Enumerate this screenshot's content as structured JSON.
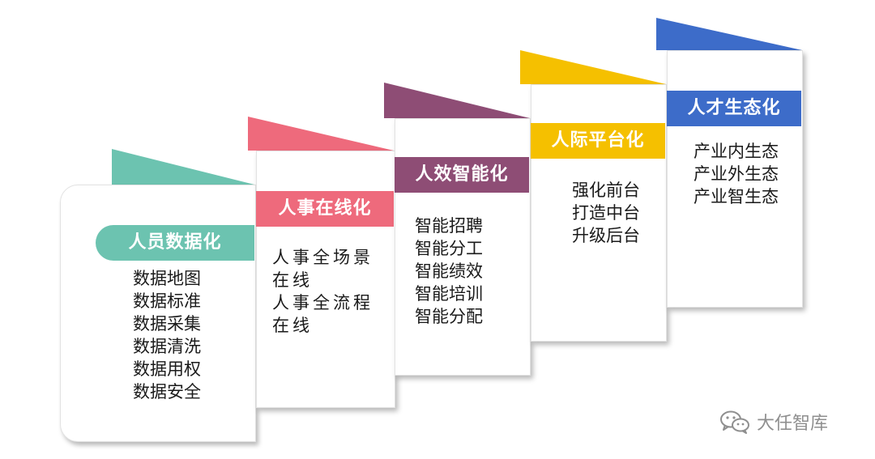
{
  "colors": {
    "col1": "#6cc3b0",
    "col2": "#ee6a7c",
    "col3": "#8e4d75",
    "col4": "#f5c000",
    "col5": "#3d6cc9"
  },
  "columns": [
    {
      "title": "人员数据化",
      "items": [
        "数据地图",
        "数据标准",
        "数据采集",
        "数据清洗",
        "数据用权",
        "数据安全"
      ]
    },
    {
      "title": "人事在线化",
      "items": [
        "人事全场景",
        "在线",
        "人事全流程",
        "在线"
      ]
    },
    {
      "title": "人效智能化",
      "items": [
        "智能招聘",
        "智能分工",
        "智能绩效",
        "智能培训",
        "智能分配"
      ]
    },
    {
      "title": "人际平台化",
      "items": [
        "强化前台",
        "打造中台",
        "升级后台"
      ]
    },
    {
      "title": "人才生态化",
      "items": [
        "产业内生态",
        "产业外生态",
        "产业智生态"
      ]
    }
  ],
  "watermark": {
    "text": "大任智库",
    "icon": "wechat-icon"
  }
}
